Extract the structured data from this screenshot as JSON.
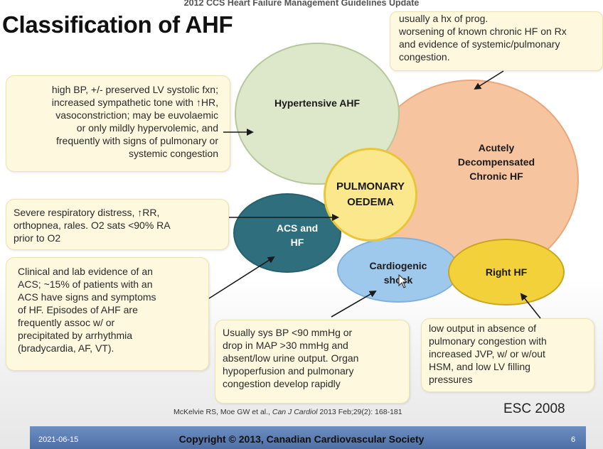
{
  "header": {
    "title": "2012 CCS Heart Failure Management Guidelines Update",
    "slide_title": "Classification of AHF"
  },
  "circles": {
    "hypertensive": "Hypertensive AHF",
    "acute_decompensated": "Acutely\nDecompensated\nChronic HF",
    "pulmonary_oedema": "PULMONARY\nOEDEMA",
    "acs_hf": "ACS and\nHF",
    "cardiogenic_shock": "Cardiogenic\nshock",
    "right_hf": "Right HF"
  },
  "notes": {
    "decompensated": [
      "usually a hx of prog.",
      "worsening of known chronic HF on Rx",
      "and evidence of systemic/pulmonary",
      "congestion."
    ],
    "hypertensive": [
      "high BP, +/- preserved LV systolic fxn;",
      "increased sympathetic tone with ↑HR,",
      "vasoconstriction; may be euvolaemic",
      "or only mildly hypervolemic, and",
      "frequently with signs of pulmonary or",
      "systemic congestion"
    ],
    "pulmonary_oedema": [
      "Severe respiratory distress, ↑RR,",
      "orthopnea, rales.  O2 sats <90% RA",
      "prior to O2"
    ],
    "acs": [
      "Clinical and lab evidence of an",
      "ACS; ~15% of patients with an",
      "ACS have signs and symptoms",
      "of HF. Episodes of AHF are",
      "frequently assoc w/ or",
      "precipitated by arrhythmia",
      "(bradycardia, AF, VT)."
    ],
    "cardiogenic_shock": [
      "Usually sys BP <90 mmHg or",
      "drop in MAP >30 mmHg and",
      "absent/low urine output. Organ",
      "hypoperfusion and pulmonary",
      "congestion develop rapidly"
    ],
    "right_hf": [
      "low output in absence of",
      "pulmonary congestion with",
      "increased JVP, w/ or w/out",
      "HSM, and low LV filling",
      "pressures"
    ]
  },
  "citation": {
    "authors": "McKelvie RS, Moe GW et al., ",
    "journal": "Can J Cardiol",
    "details": " 2013 Feb;29(2): 168-181"
  },
  "source_label": "ESC 2008",
  "footer": {
    "date": "2021-06-15",
    "copyright": "Copyright © 2013, Canadian Cardiovascular Society",
    "page": "6"
  },
  "colors": {
    "hypertensive": "#dde8cb",
    "acute_decompensated": "#f6c49f",
    "pulmonary_oedema": "#fbe88c",
    "acs_hf": "#2f6f7d",
    "cardiogenic_shock": "#9fc9ec",
    "right_hf": "#f3d13a",
    "note_bg": "#fdf8de",
    "footer_bar": "#5a7cb4"
  }
}
